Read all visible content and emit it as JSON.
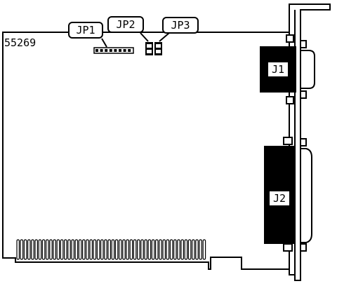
{
  "board": {
    "part_number": "55269"
  },
  "jumpers": [
    {
      "id": "jp1",
      "label": "JP1"
    },
    {
      "id": "jp2",
      "label": "JP2"
    },
    {
      "id": "jp3",
      "label": "JP3"
    }
  ],
  "connectors": [
    {
      "id": "j1",
      "label": "J1"
    },
    {
      "id": "j2",
      "label": "J2"
    }
  ]
}
